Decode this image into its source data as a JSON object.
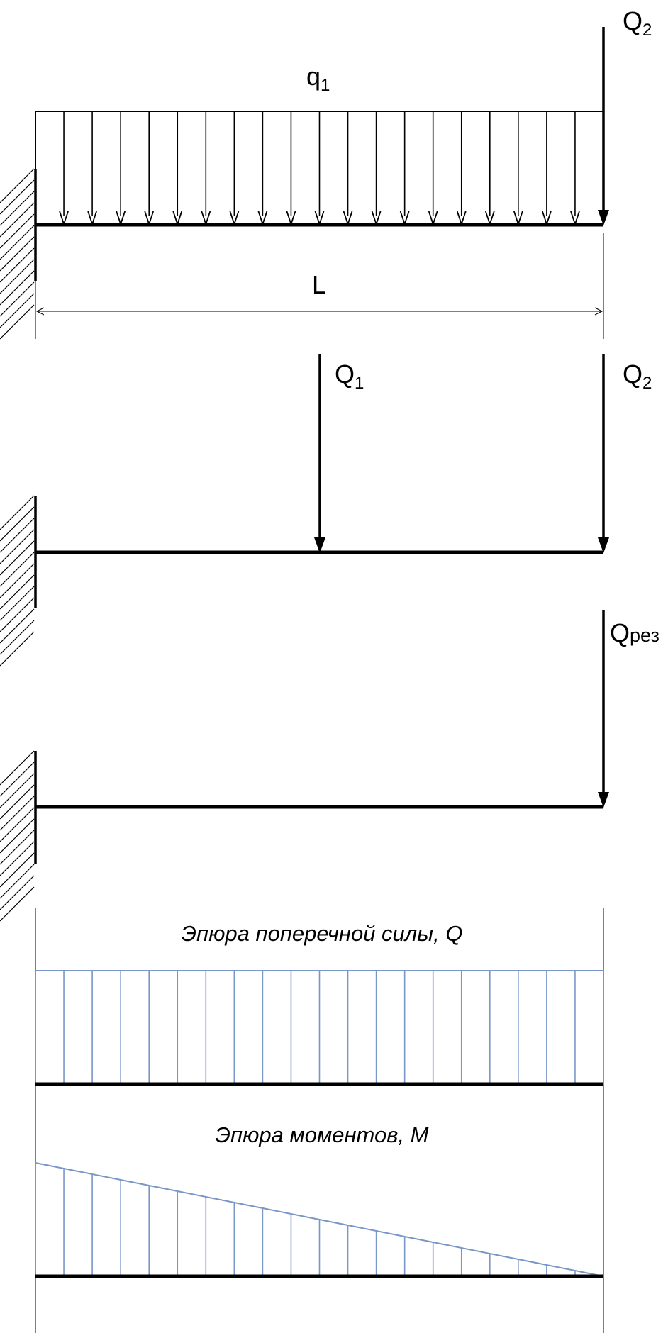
{
  "beam_loaded": {
    "distributed_load": {
      "name": "q",
      "subscript": "1"
    },
    "point_load": {
      "name": "Q",
      "subscript": "2"
    },
    "span_label": "L"
  },
  "beam_equivalent": {
    "load_1": {
      "name": "Q",
      "subscript": "1"
    },
    "load_2": {
      "name": "Q",
      "subscript": "2"
    }
  },
  "beam_resultant": {
    "load": {
      "name": "Q",
      "subscript": "рез"
    }
  },
  "shear_diagram": {
    "title": "Эпюра поперечной силы, Q"
  },
  "moment_diagram": {
    "title": "Эпюра моментов, M"
  },
  "colors": {
    "beam": "#000000",
    "diagram_line": "#7896c8"
  },
  "distributed_arrow_count": 20
}
